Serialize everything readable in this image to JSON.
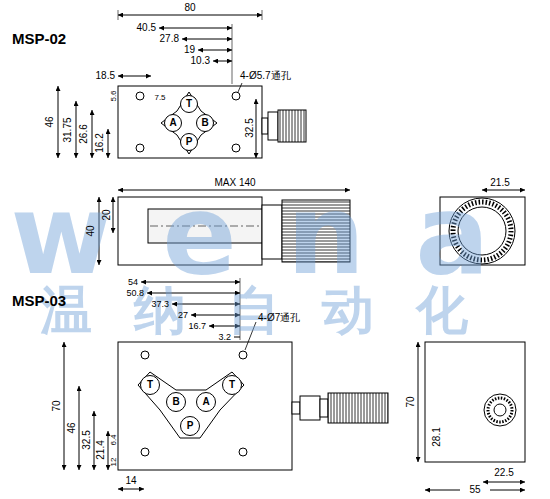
{
  "diagram": {
    "nodes": [
      {
        "text": [
          "T"
        ]
      },
      {
        "text": [
          "A"
        ]
      },
      {
        "text": [
          "B"
        ]
      },
      {
        "text": [
          "P"
        ]
      },
      {
        "text": [
          "T"
        ]
      },
      {
        "text": [
          "B"
        ]
      },
      {
        "text": [
          "A"
        ]
      },
      {
        "text": [
          "T"
        ]
      },
      {
        "text": [
          "P"
        ]
      }
    ],
    "labels": [
      "MSP-02",
      "80",
      "18.5",
      "40.5",
      "27.8",
      "19",
      "10.3",
      "4-Ø5.7通孔",
      "46",
      "31.75",
      "26.6",
      "16.2",
      "5.6",
      "7.5",
      "32.5",
      "MAX 140",
      "20",
      "40",
      "21.5",
      "MSP-03",
      "54",
      "50.8",
      "37.3",
      "27",
      "16.7",
      "3.2",
      "4-Ø7通孔",
      "70",
      "46",
      "32.5",
      "21.4",
      "6.4",
      "12",
      "14",
      "70",
      "28.1",
      "22.5",
      "55",
      "wena",
      "温纳自动化"
    ]
  }
}
